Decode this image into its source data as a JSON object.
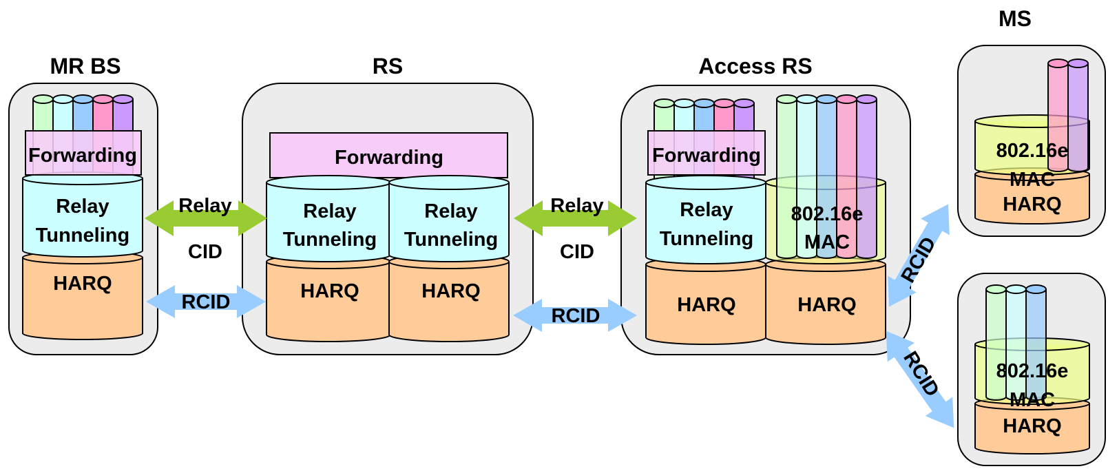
{
  "colors": {
    "node_bg": "#ececec",
    "forwarding": "#f8ccf8",
    "relay_tunneling": "#ccffff",
    "harq": "#ffcc99",
    "mac": "#eeffaa",
    "green_arrow": "#99cc33",
    "blue_arrow": "#99ccff",
    "queues": [
      "#ccffcc",
      "#ccffff",
      "#99ccff",
      "#ff99cc",
      "#cc99ff"
    ]
  },
  "nodes": {
    "mr_bs": {
      "title": "MR BS",
      "forwarding": "Forwarding",
      "relay": "Relay",
      "tunneling": "Tunneling",
      "harq": "HARQ"
    },
    "rs": {
      "title": "RS",
      "forwarding": "Forwarding",
      "relay": "Relay",
      "tunneling": "Tunneling",
      "harq": "HARQ"
    },
    "access_rs": {
      "title": "Access RS",
      "forwarding": "Forwarding",
      "relay": "Relay",
      "tunneling": "Tunneling",
      "mac_top": "802.16e",
      "mac_bottom": "MAC",
      "harq": "HARQ"
    },
    "ms": {
      "title": "MS",
      "mac_top": "802.16e",
      "mac_bottom": "MAC",
      "harq": "HARQ"
    }
  },
  "links": {
    "relay": "Relay",
    "cid": "CID",
    "rcid": "RCID"
  }
}
